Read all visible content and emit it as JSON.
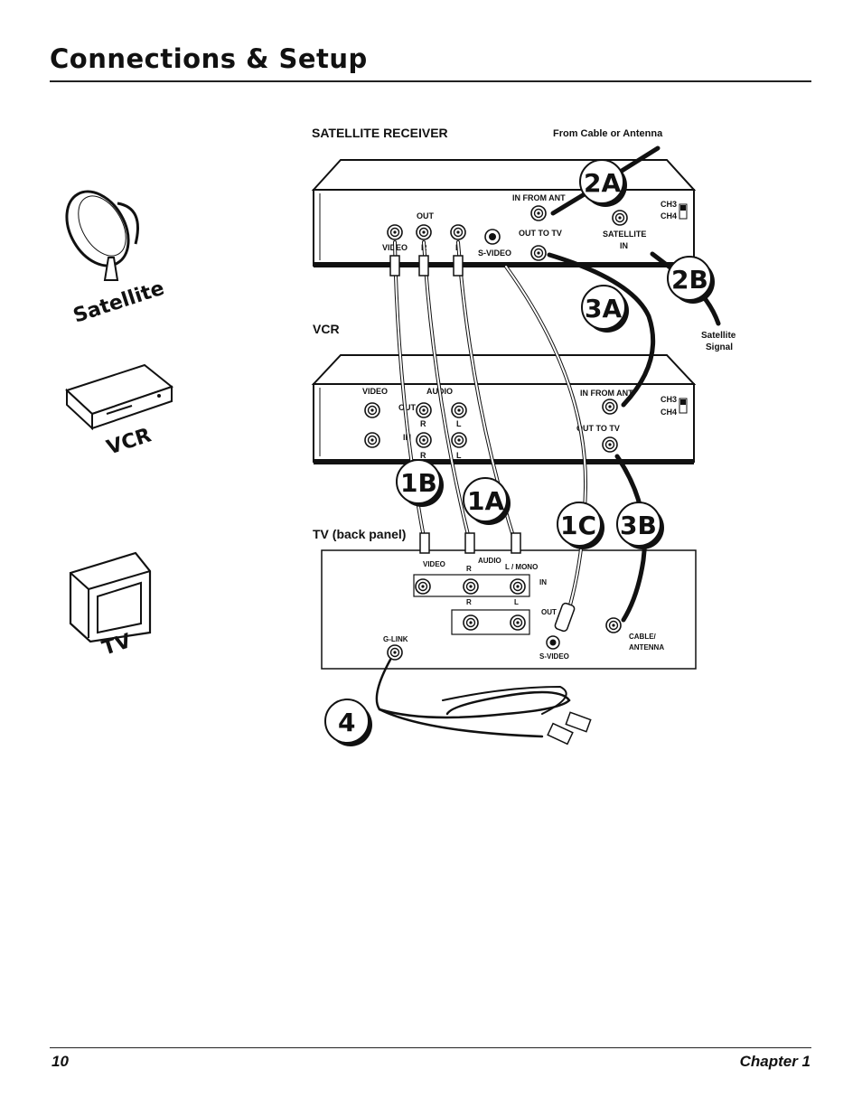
{
  "header": {
    "title": "Connections & Setup"
  },
  "footer": {
    "page_number": "10",
    "chapter": "Chapter 1"
  },
  "sidebar": {
    "satellite_label": "Satellite",
    "vcr_label": "VCR",
    "tv_label": "TV"
  },
  "diagram": {
    "satellite_receiver_label": "SATELLITE RECEIVER",
    "from_cable_label": "From Cable or Antenna",
    "satellite_signal_label": [
      "Satellite",
      "Signal"
    ],
    "vcr_label": "VCR",
    "tv_label": "TV (back panel)",
    "satellite_ports": {
      "out": "OUT",
      "video": "VIDEO",
      "r": "R",
      "l": "L",
      "s_video": "S-VIDEO",
      "in_from_ant": "IN FROM ANT",
      "out_to_tv": "OUT TO TV",
      "satellite_in": [
        "SATELLITE",
        "IN"
      ],
      "ch3": "CH3",
      "ch4": "CH4"
    },
    "vcr_ports": {
      "video": "VIDEO",
      "audio": "AUDIO",
      "out": "OUT",
      "in": "IN",
      "r": "R",
      "l": "L",
      "in_from_ant": "IN FROM ANT",
      "out_to_tv": "OUT TO TV",
      "ch3": "CH3",
      "ch4": "CH4"
    },
    "tv_ports": {
      "video": "VIDEO",
      "audio": "AUDIO",
      "r": "R",
      "l_mono": "L / MONO",
      "in": "IN",
      "out": "OUT",
      "l": "L",
      "g_link": "G-LINK",
      "s_video": "S-VIDEO",
      "cable_antenna": [
        "CABLE/",
        "ANTENNA"
      ]
    },
    "badges": [
      "2A",
      "2B",
      "3A",
      "1B",
      "1A",
      "1C",
      "3B",
      "4"
    ]
  }
}
